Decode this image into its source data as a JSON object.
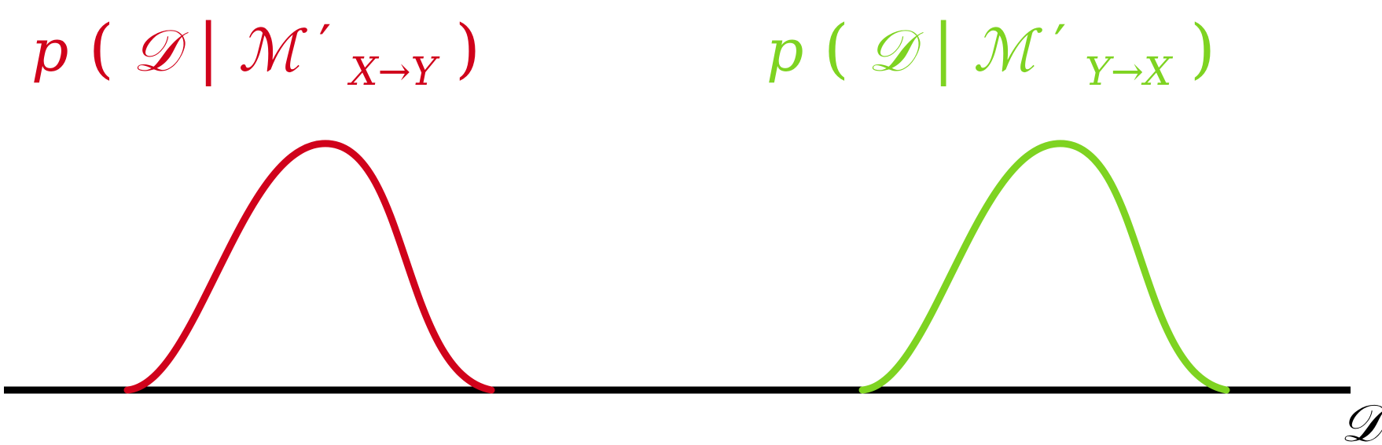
{
  "colors": {
    "left_curve": "#d0021b",
    "right_curve": "#7ed321",
    "axis": "#000000",
    "background": "#ffffff"
  },
  "axis": {
    "label": "𝒟"
  },
  "left_label": {
    "p": "p",
    "open_paren": "(",
    "data_symbol": "𝒟",
    "bar": "|",
    "model_symbol": "ℳ",
    "prime": "′",
    "subscript": "X→Y",
    "close_paren": ")"
  },
  "right_label": {
    "p": "p",
    "open_paren": "(",
    "data_symbol": "𝒟",
    "bar": "|",
    "model_symbol": "ℳ",
    "prime": "′",
    "subscript": "Y→X",
    "close_paren": ")"
  }
}
